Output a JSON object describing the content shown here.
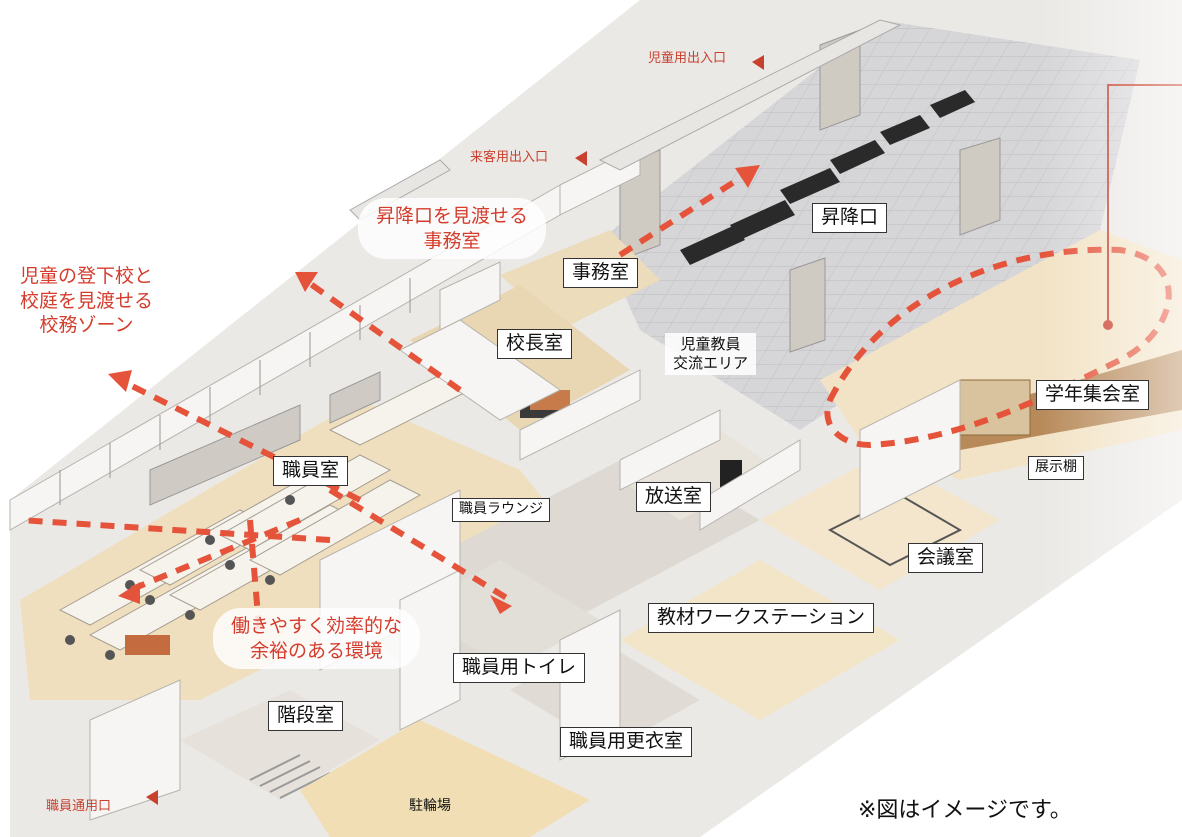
{
  "rooms": {
    "shokoguchi": "昇降口",
    "jimushitsu": "事務室",
    "kochoshitsu": "校長室",
    "jido_kyoin": "児童教員\n交流エリア",
    "gakunen": "学年集会室",
    "tenjidana": "展示棚",
    "shokuinshitsu": "職員室",
    "lounge": "職員ラウンジ",
    "hososhitsu": "放送室",
    "kaigishitsu": "会議室",
    "kyozai": "教材ワークステーション",
    "toilet": "職員用トイレ",
    "kaidan": "階段室",
    "koishitsu": "職員用更衣室",
    "chorinjo": "駐輪場"
  },
  "entrances": {
    "jido": "児童用出入口",
    "raikyaku": "来客用出入口",
    "shokuin": "職員通用口"
  },
  "callouts": {
    "jimu_view": "昇降口を見渡せる\n事務室",
    "komu_zone": "児童の登下校と\n校庭を見渡せる\n校務ゾーン",
    "environment": "働きやすく効率的な\n余裕のある環境"
  },
  "note": "※図はイメージです。",
  "colors": {
    "accent_red": "#d43c2c",
    "floor_warm": "#efe0c2",
    "floor_grey": "#d9d9db",
    "wall": "#f4f3f1"
  }
}
